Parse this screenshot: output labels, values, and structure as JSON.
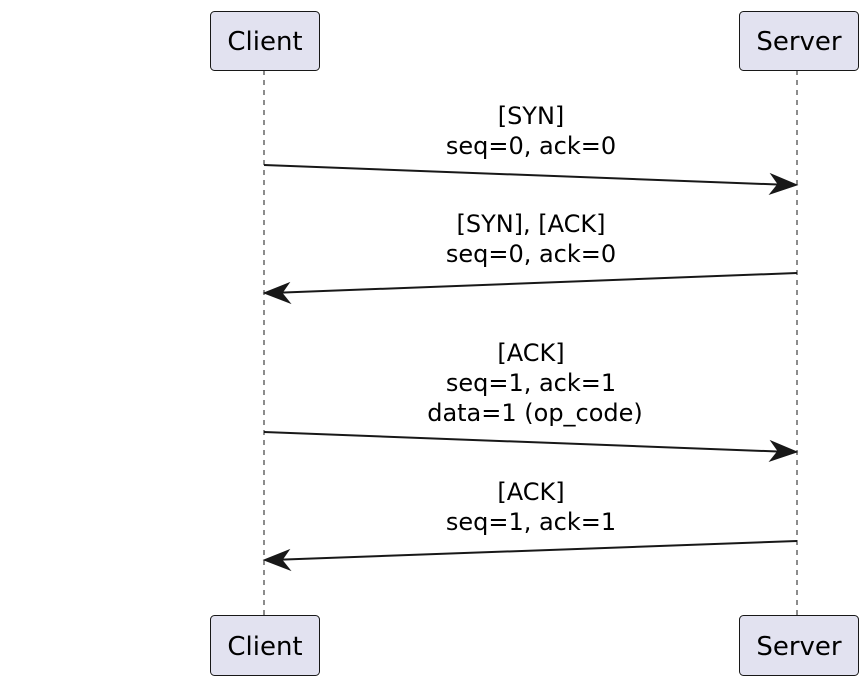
{
  "participants": {
    "client": "Client",
    "server": "Server"
  },
  "messages": [
    {
      "from": "client",
      "to": "server",
      "lines": [
        "[SYN]",
        "seq=0, ack=0"
      ]
    },
    {
      "from": "server",
      "to": "client",
      "lines": [
        "[SYN], [ACK]",
        "seq=0, ack=0"
      ]
    },
    {
      "from": "client",
      "to": "server",
      "lines": [
        "[ACK]",
        "seq=1, ack=1",
        "data=1 (op_code)"
      ]
    },
    {
      "from": "server",
      "to": "client",
      "lines": [
        "[ACK]",
        "seq=1, ack=1"
      ]
    }
  ],
  "colors": {
    "participant_fill": "#e2e2f0",
    "stroke": "#181818",
    "text": "#000000"
  }
}
